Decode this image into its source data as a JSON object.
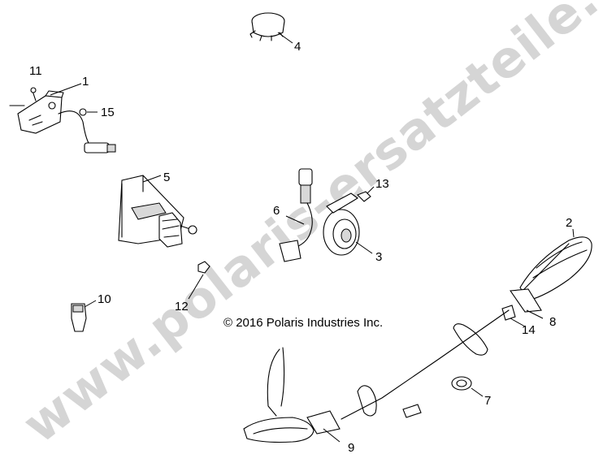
{
  "copyright": "© 2016 Polaris Industries Inc.",
  "watermark": "www.polaris-ersatzteile.de",
  "callouts": {
    "c1": "1",
    "c2": "2",
    "c3": "3",
    "c4": "4",
    "c5": "5",
    "c6": "6",
    "c7": "7",
    "c8": "8",
    "c9": "9",
    "c10": "10",
    "c11": "11",
    "c12": "12",
    "c13": "13",
    "c14": "14",
    "c15": "15"
  }
}
